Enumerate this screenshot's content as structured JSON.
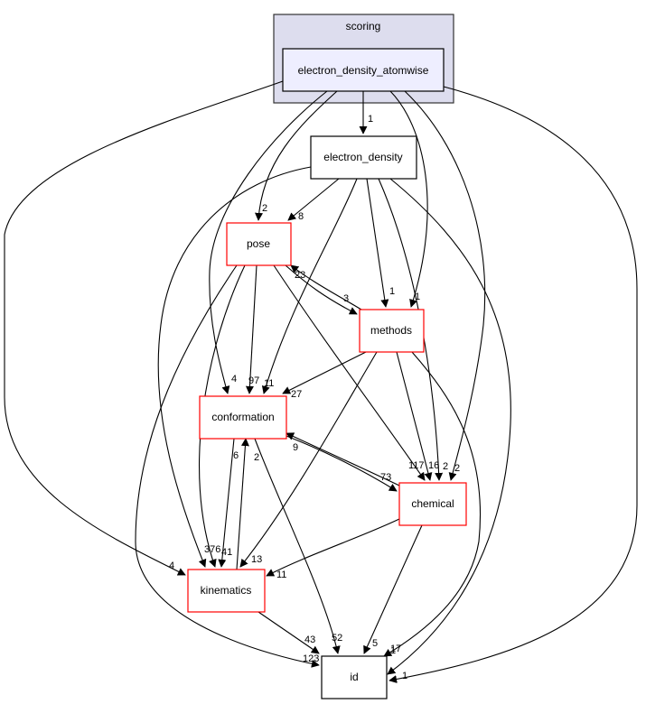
{
  "diagram": {
    "title": "Directory dependency graph",
    "colors": {
      "cluster_fill": "#ddddee",
      "cluster_border": "#333333",
      "focus_fill": "#eeeeff",
      "node_border_default": "#000000",
      "node_border_incomplete": "#ff0000",
      "background": "#ffffff"
    },
    "cluster": {
      "id": "scoring",
      "label": "scoring"
    },
    "nodes": [
      {
        "id": "electron_density_atomwise",
        "label": "electron_density_atomwise",
        "style": "focus"
      },
      {
        "id": "electron_density",
        "label": "electron_density",
        "style": "default"
      },
      {
        "id": "pose",
        "label": "pose",
        "style": "incomplete"
      },
      {
        "id": "methods",
        "label": "methods",
        "style": "incomplete"
      },
      {
        "id": "conformation",
        "label": "conformation",
        "style": "incomplete"
      },
      {
        "id": "chemical",
        "label": "chemical",
        "style": "incomplete"
      },
      {
        "id": "kinematics",
        "label": "kinematics",
        "style": "incomplete"
      },
      {
        "id": "id",
        "label": "id",
        "style": "default"
      }
    ],
    "edges": [
      {
        "from": "electron_density_atomwise",
        "to": "electron_density",
        "label": "1"
      },
      {
        "from": "electron_density_atomwise",
        "to": "pose",
        "label": "2"
      },
      {
        "from": "electron_density_atomwise",
        "to": "methods",
        "label": "1"
      },
      {
        "from": "electron_density_atomwise",
        "to": "conformation",
        "label": "4"
      },
      {
        "from": "electron_density_atomwise",
        "to": "chemical",
        "label": "2"
      },
      {
        "from": "electron_density_atomwise",
        "to": "kinematics",
        "label": "4"
      },
      {
        "from": "electron_density_atomwise",
        "to": "id",
        "label": "1"
      },
      {
        "from": "electron_density",
        "to": "pose",
        "label": "8"
      },
      {
        "from": "electron_density",
        "to": "methods",
        "label": "1"
      },
      {
        "from": "electron_density",
        "to": "conformation",
        "label": "11"
      },
      {
        "from": "electron_density",
        "to": "chemical",
        "label": "2"
      },
      {
        "from": "electron_density",
        "to": "kinematics",
        "label": "376"
      },
      {
        "from": "electron_density",
        "to": "id",
        "label": "1"
      },
      {
        "from": "pose",
        "to": "methods",
        "label": "3"
      },
      {
        "from": "methods",
        "to": "pose",
        "label": "23"
      },
      {
        "from": "pose",
        "to": "conformation",
        "label": "97"
      },
      {
        "from": "pose",
        "to": "chemical",
        "label": "117"
      },
      {
        "from": "pose",
        "to": "kinematics",
        "label": "41"
      },
      {
        "from": "pose",
        "to": "id",
        "label": "123"
      },
      {
        "from": "methods",
        "to": "conformation",
        "label": "27"
      },
      {
        "from": "methods",
        "to": "chemical",
        "label": "16"
      },
      {
        "from": "methods",
        "to": "kinematics",
        "label": "13"
      },
      {
        "from": "methods",
        "to": "id",
        "label": "17"
      },
      {
        "from": "conformation",
        "to": "chemical",
        "label": "73"
      },
      {
        "from": "chemical",
        "to": "conformation",
        "label": "9"
      },
      {
        "from": "conformation",
        "to": "kinematics",
        "label": "6"
      },
      {
        "from": "kinematics",
        "to": "conformation",
        "label": "2"
      },
      {
        "from": "conformation",
        "to": "id",
        "label": "52"
      },
      {
        "from": "chemical",
        "to": "kinematics",
        "label": "11"
      },
      {
        "from": "chemical",
        "to": "id",
        "label": "5"
      },
      {
        "from": "kinematics",
        "to": "id",
        "label": "43"
      }
    ]
  }
}
